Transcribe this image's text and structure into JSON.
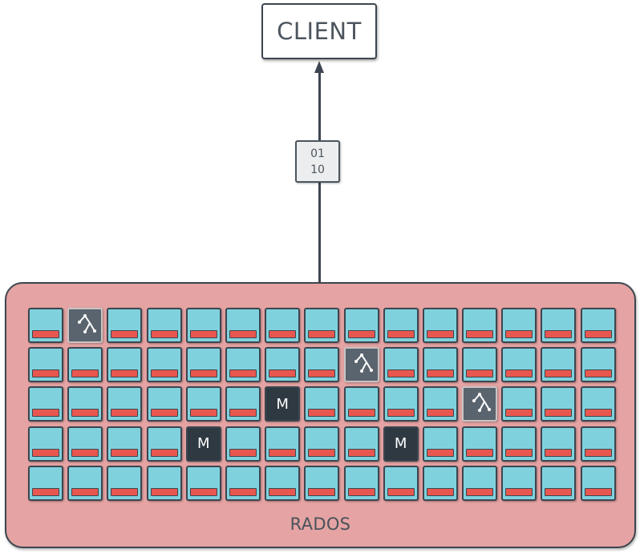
{
  "client": {
    "label": "CLIENT"
  },
  "data_chip": {
    "line1": "01",
    "line2": "10"
  },
  "cluster": {
    "label": "RADOS",
    "rows": [
      [
        "osd",
        "mds",
        "osd",
        "osd",
        "osd",
        "osd",
        "osd",
        "osd",
        "osd",
        "osd",
        "osd",
        "osd",
        "osd",
        "osd",
        "osd"
      ],
      [
        "osd",
        "osd",
        "osd",
        "osd",
        "osd",
        "osd",
        "osd",
        "osd",
        "mds",
        "osd",
        "osd",
        "osd",
        "osd",
        "osd",
        "osd"
      ],
      [
        "osd",
        "osd",
        "osd",
        "osd",
        "osd",
        "osd",
        "mon",
        "osd",
        "osd",
        "osd",
        "osd",
        "mds",
        "osd",
        "osd",
        "osd"
      ],
      [
        "osd",
        "osd",
        "osd",
        "osd",
        "mon",
        "osd",
        "osd",
        "osd",
        "osd",
        "mon",
        "osd",
        "osd",
        "osd",
        "osd",
        "osd"
      ],
      [
        "osd",
        "osd",
        "osd",
        "osd",
        "osd",
        "osd",
        "osd",
        "osd",
        "osd",
        "osd",
        "osd",
        "osd",
        "osd",
        "osd",
        "osd"
      ]
    ],
    "monitor_label": "M"
  },
  "colors": {
    "osd": "#7fd2dd",
    "osd_bar": "#e8574f",
    "monitor": "#2f3942",
    "mds": "#5a646e",
    "cluster_bg": "#e5a3a3"
  }
}
